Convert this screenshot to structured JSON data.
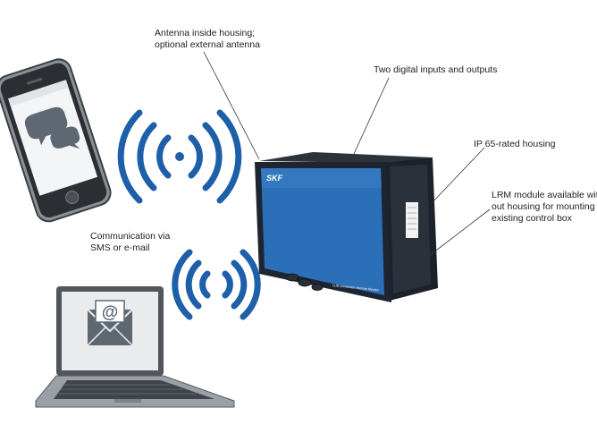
{
  "callouts": {
    "antenna": "Antenna inside housing;\noptional external antenna",
    "digital_io": "Two digital inputs and outputs",
    "ip65": "IP 65-rated housing",
    "lrm": "LRM module available wit\nout housing for mounting\nexisting control box",
    "communication": "Communication via\nSMS or e-mail"
  },
  "device": {
    "brand": "SKF",
    "model_label": "LUB connection Remote Monitor"
  },
  "icons": {
    "phone": "smartphone-icon",
    "chat": "chat-bubbles-icon",
    "laptop": "laptop-icon",
    "email": "envelope-at-icon",
    "wireless": "wireless-waves-icon"
  },
  "colors": {
    "wave_blue": "#1d5fa8",
    "device_blue": "#2a6fb8",
    "device_frame": "#1e2530",
    "icon_gray": "#5d6873",
    "leader_line": "#333333"
  }
}
